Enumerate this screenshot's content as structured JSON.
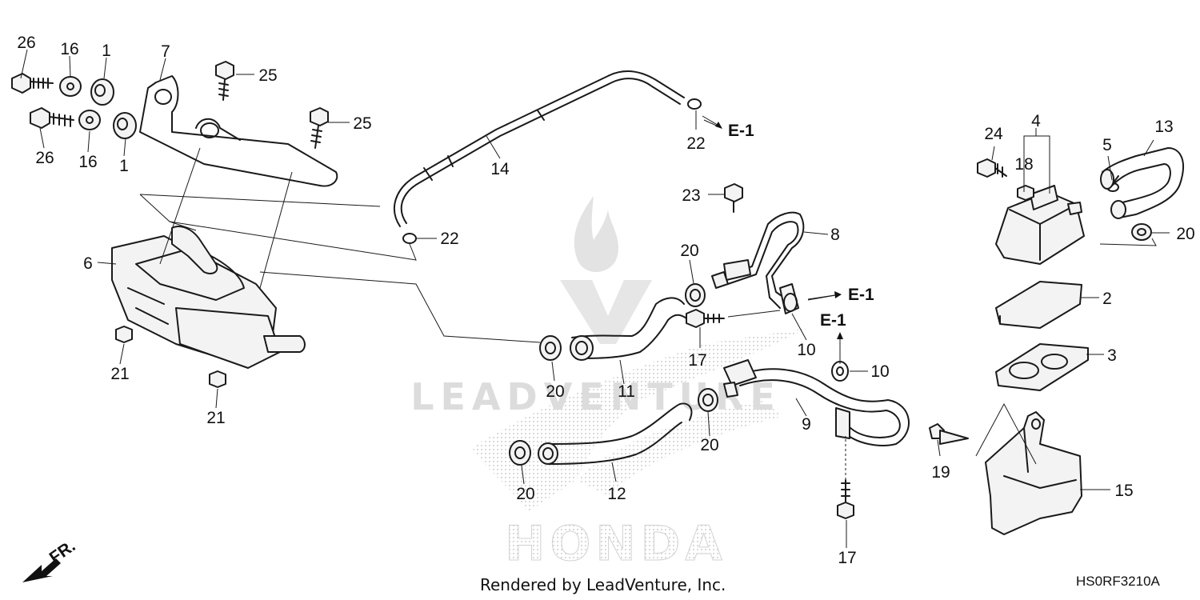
{
  "watermarks": {
    "leadventure": "LEADVENTURE",
    "honda": "HONDA"
  },
  "direction_marker": "FR.",
  "reference_marks": [
    "E-1",
    "E-1",
    "E-1"
  ],
  "footer": {
    "credit": "Rendered by LeadVenture, Inc.",
    "diagram_code": "HS0RF3210A"
  },
  "callouts": [
    "26",
    "16",
    "1",
    "26",
    "16",
    "1",
    "7",
    "25",
    "25",
    "6",
    "21",
    "21",
    "14",
    "22",
    "22",
    "23",
    "8",
    "20",
    "17",
    "10",
    "20",
    "11",
    "10",
    "9",
    "20",
    "12",
    "20",
    "17",
    "24",
    "4",
    "18",
    "5",
    "13",
    "20",
    "2",
    "3",
    "19",
    "15"
  ],
  "colors": {
    "line": "#1a1a1a",
    "watermark": "#d6d6d6"
  }
}
